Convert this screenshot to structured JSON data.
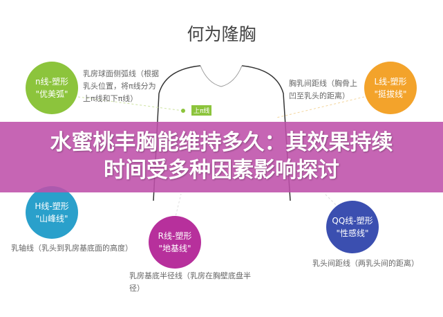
{
  "title": "何为隆胸",
  "tags": {
    "upper_pi": "上π线"
  },
  "nodes": [
    {
      "line1": "n线-塑形",
      "line2": "\"优美弧\"",
      "color": "#8cc43c"
    },
    {
      "line1": "L线-塑形",
      "line2": "\"挺拔线\"",
      "color": "#f3a32b"
    },
    {
      "line1": "H线-塑形",
      "line2": "\"山峰线\"",
      "color": "#2aa0cb"
    },
    {
      "line1": "R线-塑形",
      "line2": "\"地基线\"",
      "color": "#b7309c"
    },
    {
      "line1": "QQ线-塑形",
      "line2": "\"性感线\"",
      "color": "#3b4fb0"
    }
  ],
  "descriptions": {
    "n": "乳房球面侧弧线（根据乳头位置，将π线分为上π线和下π线）",
    "l": "胸乳间距线（胸骨上凹至乳头的距离）",
    "h": "乳轴线（乳头到乳房基底面的高度）",
    "r": "乳房基底半径线（乳房在胸壁底盘半径）",
    "qq": "乳头间距线（两乳头间的距离）"
  },
  "banner": {
    "line1": "水蜜桃丰胸能维持多久：其效果持续",
    "line2": "时间受多种因素影响探讨",
    "color": "#be50aa"
  }
}
